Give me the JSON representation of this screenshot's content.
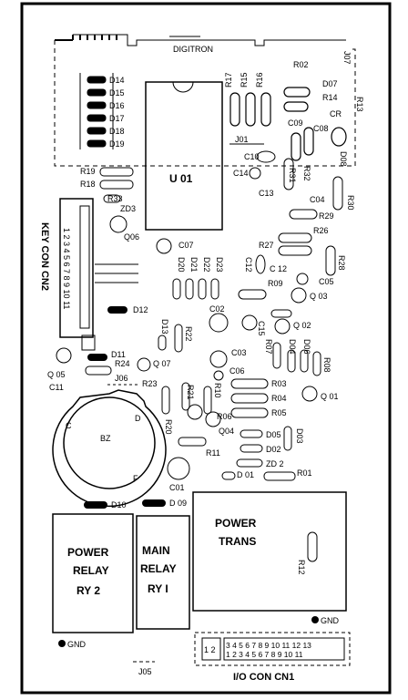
{
  "board": {
    "brand": "DIGITRON",
    "ic_main": "U 01",
    "key_connector": [
      "KEY CON CN2"
    ],
    "key_pins": "1 2 3 4 5 6 7 8 9 10 11",
    "buzzer": {
      "name": "BZ",
      "c": "C",
      "d": "D",
      "f": "F"
    },
    "power_relay": [
      "POWER",
      "RELAY",
      "RY 2"
    ],
    "main_relay": [
      "MAIN",
      "RELAY",
      "RY I"
    ],
    "power_trans": [
      "POWER",
      "TRANS"
    ],
    "io_connector": "I/O CON CN1",
    "io_pins_top": "3 4 5 6 7 8 9 10 11 12 13",
    "io_pins_bottom": "1 2 3 4 5 6 7 8 9 10 11",
    "io_pins_left": "1 2",
    "gnd_left": "GND",
    "gnd_right": "GND",
    "j05": "J05",
    "j06": "J06",
    "j07": "J07",
    "j01": "J01",
    "diodes_top": [
      "D14",
      "D15",
      "D16",
      "D17",
      "D18",
      "D19"
    ],
    "resistors_top": [
      "R17",
      "R15",
      "R16",
      "R02",
      "R14",
      "R13"
    ],
    "labels": {
      "d07": "D07",
      "cr": "CR",
      "c09": "C09",
      "c08": "C08",
      "d08": "D08",
      "c10": "C10",
      "c14": "C14",
      "c13": "C13",
      "r31": "R31",
      "r32": "R32",
      "c04": "C04",
      "r30": "R30",
      "r29": "R29",
      "r19": "R19",
      "r18": "R18",
      "r33": "R33",
      "zd3": "ZD3",
      "q06": "Q06",
      "c07": "C07",
      "d20": "D20",
      "d21": "D21",
      "d22": "D22",
      "d23": "D23",
      "r26": "R26",
      "r27": "R27",
      "r28": "R28",
      "c12": "C12",
      "c12b": "C 12",
      "r09": "R09",
      "c05": "C05",
      "q03": "Q 03",
      "d12": "D12",
      "d13": "D13",
      "r22": "R22",
      "c02": "C02",
      "c15": "C15",
      "r07": "R07",
      "q02": "Q 02",
      "d04": "D04",
      "d06": "D06",
      "d11": "D11",
      "q05": "Q 05",
      "c11": "C11",
      "r24": "R24",
      "q07": "Q 07",
      "c03": "C03",
      "c06": "C06",
      "r08": "R08",
      "r03": "R03",
      "r04": "R04",
      "r05": "R05",
      "q01": "Q 01",
      "r23": "R23",
      "r21": "R21",
      "r10": "R10",
      "r06": "R06",
      "r20": "R20",
      "q04": "Q04",
      "d02": "D02",
      "d03": "D03",
      "d05": "D05",
      "r11": "R11",
      "d01": "D 01",
      "zd2": "ZD 2",
      "r01": "R01",
      "c01": "C01",
      "d10": "D10",
      "d09": "D 09",
      "r12": "R12"
    }
  }
}
